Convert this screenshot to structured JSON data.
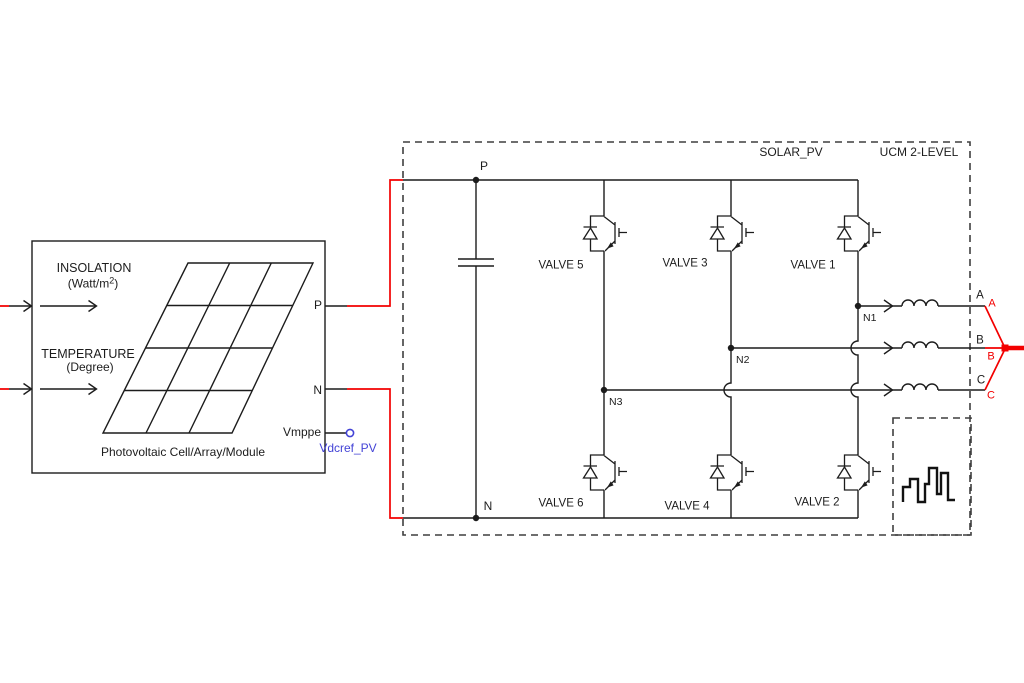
{
  "pv_module": {
    "input_insolation": {
      "label": "INSOLATION",
      "unit_prefix": "(Watt/m",
      "unit_sup": "2",
      "unit_suffix": ")"
    },
    "input_temperature": {
      "label": "TEMPERATURE",
      "unit": "(Degree)"
    },
    "caption": "Photovoltaic Cell/Array/Module",
    "ports": {
      "p": "P",
      "n": "N",
      "vmppe": "Vmppe"
    },
    "signal_tap": "Vdcref_PV"
  },
  "inverter": {
    "name": "SOLAR_PV",
    "type": "UCM 2-LEVEL",
    "bus_labels": {
      "p": "P",
      "n": "N"
    },
    "valve_labels": {
      "v5": "VALVE 5",
      "v3": "VALVE 3",
      "v1": "VALVE 1",
      "v6": "VALVE 6",
      "v4": "VALVE 4",
      "v2": "VALVE 2"
    },
    "node_labels": {
      "n1": "N1",
      "n2": "N2",
      "n3": "N3"
    },
    "phase_labels": {
      "a": "A",
      "b": "B",
      "c": "C"
    },
    "phase_labels_red": {
      "a": "A",
      "b": "B",
      "c": "C"
    }
  },
  "colors": {
    "wire": "#f30000",
    "signal": "#4343d6",
    "line": "#1c1c1c",
    "dash": "#3f3f3f"
  }
}
